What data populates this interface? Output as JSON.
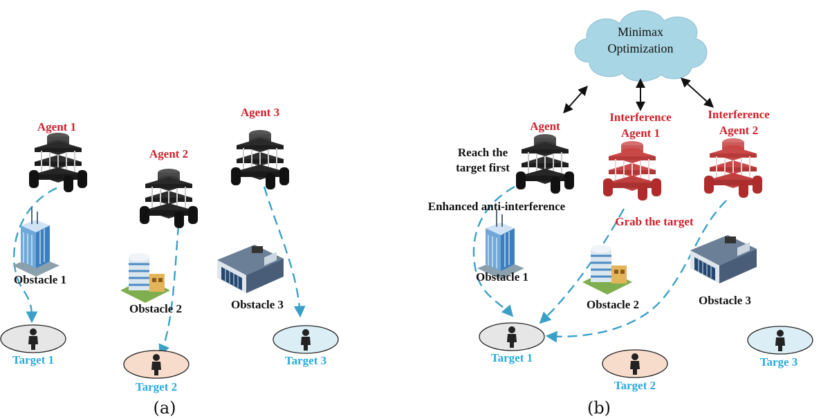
{
  "panel_a": {
    "caption": "(a)",
    "agents": [
      "Agent 1",
      "Agent 2",
      "Agent 3"
    ],
    "obstacles": [
      "Obstacle 1",
      "Obstacle 2",
      "Obstacle 3"
    ],
    "targets": [
      "Target 1",
      "Target 2",
      "Target 3"
    ]
  },
  "panel_b": {
    "caption": "(b)",
    "cloud_line1": "Minimax",
    "cloud_line2": "Optimization",
    "agent": "Agent",
    "interference1_line1": "Interference",
    "interference1_line2": "Agent 1",
    "interference2_line1": "Interference",
    "interference2_line2": "Agent 2",
    "reach_line1": "Reach the",
    "reach_line2": "target first",
    "enhanced": "Enhanced anti-interference",
    "grab": "Grab the target",
    "obstacles": [
      "Obstacle 1",
      "Obstacle 2",
      "Obstacle 3"
    ],
    "targets": [
      "Target 1",
      "Target 2",
      "Targe 3"
    ]
  },
  "colors": {
    "agent_label": "#d0202a",
    "target_label": "#29a9dc",
    "path": "#3aa0c8",
    "cloud": "#a9d6e5",
    "robot": "#2f2f2f",
    "interference_robot": "#c83a3a",
    "target_gray": "#e6e6e6",
    "target_orange": "#f7dccb",
    "target_blue": "#dbeef5"
  },
  "icons": {
    "robot": "turtlebot-robot-icon",
    "person": "person-icon",
    "obstacle_1": "office-tower-icon",
    "obstacle_2": "round-building-icon",
    "obstacle_3": "warehouse-icon",
    "cloud": "cloud-icon"
  }
}
